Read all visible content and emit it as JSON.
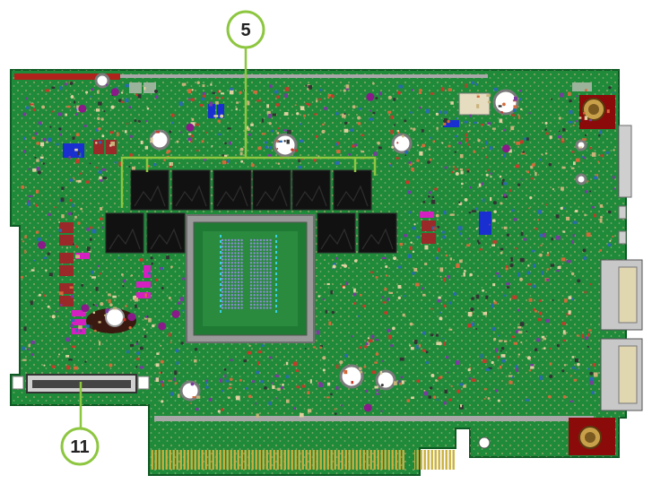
{
  "callouts": [
    {
      "id": "callout-5",
      "label": "5"
    },
    {
      "id": "callout-11",
      "label": "11"
    }
  ],
  "colors": {
    "board": "#1f8a3a",
    "board_edge": "#0f5a24",
    "memory_chip": "#111111",
    "cpu_frame": "#9a9a9a",
    "cpu_die": "#1f7a34",
    "mounting_pad": "#8b0a0a",
    "callout_stroke": "#8dc63f",
    "gold_fingers": "#c9b040",
    "connector": "#c8c8c8"
  },
  "icons": {
    "board": "pcb-board-icon",
    "chip": "memory-chip-icon",
    "connector": "qsfp-connector-icon",
    "mount": "mounting-hole-icon"
  }
}
